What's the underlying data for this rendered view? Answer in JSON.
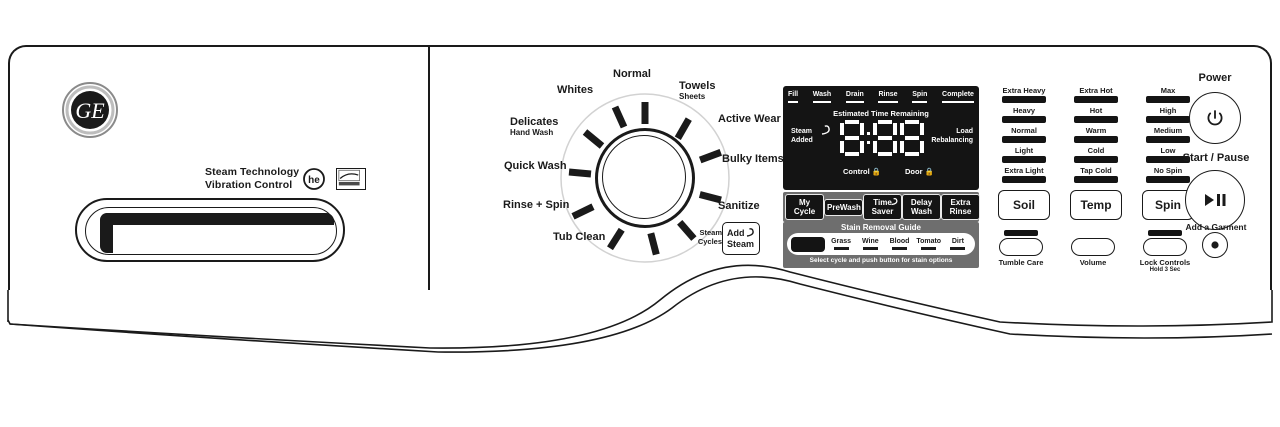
{
  "appliance": {
    "brand": "GE",
    "features_line1": "Steam Technology",
    "features_line2": "Vibration Control",
    "badge_he": "he",
    "badge_energy": "energy-star"
  },
  "dial": {
    "cycles": [
      {
        "label": "Normal",
        "sub": ""
      },
      {
        "label": "Towels",
        "sub": "Sheets"
      },
      {
        "label": "Active",
        "sub": "Wear"
      },
      {
        "label": "Bulky",
        "sub": "Items"
      },
      {
        "label": "Sanitize",
        "sub": ""
      },
      {
        "label": "Tub Clean",
        "sub": ""
      },
      {
        "label": "Rinse + Spin",
        "sub": ""
      },
      {
        "label": "Quick Wash",
        "sub": ""
      },
      {
        "label": "Delicates",
        "sub": "Hand Wash"
      },
      {
        "label": "Whites",
        "sub": ""
      }
    ],
    "steam_cycles_label_line1": "Steam",
    "steam_cycles_label_line2": "Cycles",
    "add_steam_line1": "Add",
    "add_steam_line2": "Steam"
  },
  "display": {
    "status_steps": [
      "Fill",
      "Wash",
      "Drain",
      "Rinse",
      "Spin",
      "Complete"
    ],
    "estimated_label": "Estimated Time Remaining",
    "time_value": "8:88",
    "steam_added_line1": "Steam",
    "steam_added_line2": "Added",
    "load_rebalancing_line1": "Load",
    "load_rebalancing_line2": "Rebalancing",
    "control_lock": "Control",
    "door_lock": "Door",
    "lock_glyph": "🔒"
  },
  "options": {
    "buttons": [
      {
        "line1": "My",
        "line2": "Cycle"
      },
      {
        "line1": "PreWash",
        "line2": ""
      },
      {
        "line1": "Time",
        "line2": "Saver"
      },
      {
        "line1": "Delay",
        "line2": "Wash"
      },
      {
        "line1": "Extra",
        "line2": "Rinse"
      }
    ]
  },
  "stain_guide": {
    "title": "Stain Removal Guide",
    "stains": [
      "Grass",
      "Wine",
      "Blood",
      "Tomato",
      "Dirt"
    ],
    "footer": "Select cycle and push button for stain options"
  },
  "modifiers": [
    {
      "name": "Soil",
      "levels": [
        "Extra Heavy",
        "Heavy",
        "Normal",
        "Light",
        "Extra Light"
      ]
    },
    {
      "name": "Temp",
      "levels": [
        "Extra Hot",
        "Hot",
        "Warm",
        "Cold",
        "Tap Cold"
      ]
    },
    {
      "name": "Spin",
      "levels": [
        "Max",
        "High",
        "Medium",
        "Low",
        "No Spin"
      ]
    }
  ],
  "small_buttons": [
    {
      "label": "Tumble Care",
      "sub": "",
      "has_led": true
    },
    {
      "label": "Volume",
      "sub": "",
      "has_led": false
    },
    {
      "label": "Lock Controls",
      "sub": "Hold 3 Sec",
      "has_led": true
    }
  ],
  "power": {
    "power_label": "Power",
    "power_icon": "power-icon",
    "start_label": "Start / Pause",
    "start_icon": "play-pause-icon",
    "garment_label": "Add a Garment",
    "garment_icon": "dot-icon"
  },
  "colors": {
    "outline": "#1a1a1a",
    "lcd_bg": "#141414",
    "strip_bg": "#6e6e6e",
    "body": "#ffffff"
  }
}
